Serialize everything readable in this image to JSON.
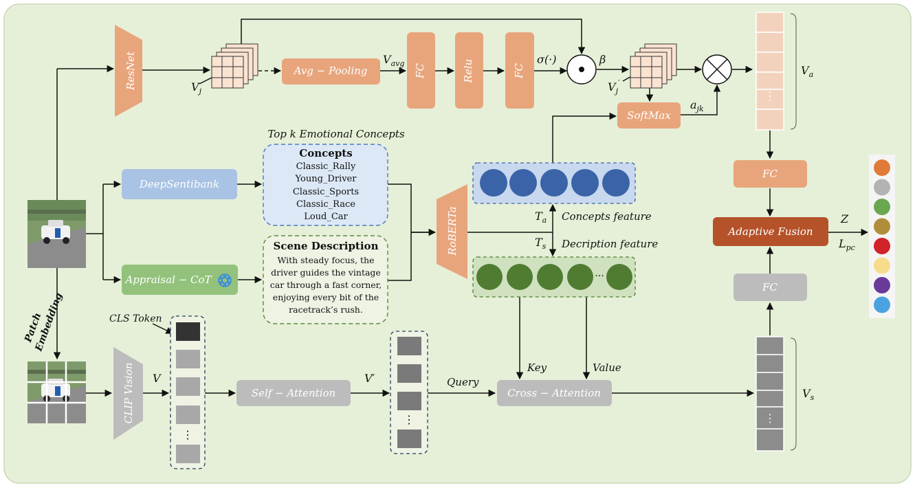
{
  "colors": {
    "background": "#e6f0d8",
    "orange": "#e8a57c",
    "orange_dark": "#b5522a",
    "blue_box": "#a9c3e4",
    "green_box": "#93c27c",
    "gray_box": "#bcbcbc",
    "blue_circle": "#3b64a8",
    "green_circle": "#4f7c31"
  },
  "modules": {
    "resnet": "ResNet",
    "avg_pooling": "Avg − Pooling",
    "fc1": "FC",
    "relu": "Relu",
    "fc2": "FC",
    "softmax": "SoftMax",
    "deepsentibank": "DeepSentibank",
    "appraisal_cot": "Appraisal − CoT",
    "roberta": "RoBERTa",
    "fc_a": "FC",
    "adaptive_fusion": "Adaptive Fusion",
    "fc_s": "FC",
    "clip_vision": "CLIP Vision",
    "self_attention": "Self − Attention",
    "cross_attention": "Cross − Attention"
  },
  "labels": {
    "vj": "V",
    "vj_sub": "j",
    "vj_prime": "V",
    "vj_prime_sub": "j",
    "v_avg": "V",
    "v_avg_sub": "avg",
    "sigma": "σ(·)",
    "beta": "β",
    "a_jk": "a",
    "a_jk_sub": "jk",
    "va": "V",
    "va_sub": "a",
    "vs": "V",
    "vs_sub": "s",
    "ta": "T",
    "ta_sub": "a",
    "ts": "T",
    "ts_sub": "s",
    "concepts_feature": "Concepts feature",
    "description_feature": "Decription feature",
    "top_k": "Top k Emotional Concepts",
    "patch_embedding_1": "Patch",
    "patch_embedding_2": "Embedding",
    "cls_token": "CLS Token",
    "v": "V",
    "v_prime": "V′",
    "query": "Query",
    "key": "Key",
    "value": "Value",
    "z": "Z",
    "l_pc": "L",
    "l_pc_sub": "pc",
    "ellipsis_dots": "⋮",
    "ellipsis_h": "···"
  },
  "concepts_box": {
    "title": "Concepts",
    "items": [
      "Classic_Rally",
      "Young_Driver",
      "Classic_Sports",
      "Classic_Race",
      "Loud_Car"
    ]
  },
  "scene_box": {
    "title": "Scene Description",
    "lines": [
      "With steady focus, the",
      "driver guides the vintage",
      "car through a fast corner,",
      "enjoying every bit of the",
      "racetrack’s rush."
    ]
  },
  "output_colors": [
    "#e07b39",
    "#b3b3b3",
    "#6aa84f",
    "#b08d3a",
    "#d0232a",
    "#f7dc8c",
    "#6a3a99",
    "#4aa3df"
  ]
}
